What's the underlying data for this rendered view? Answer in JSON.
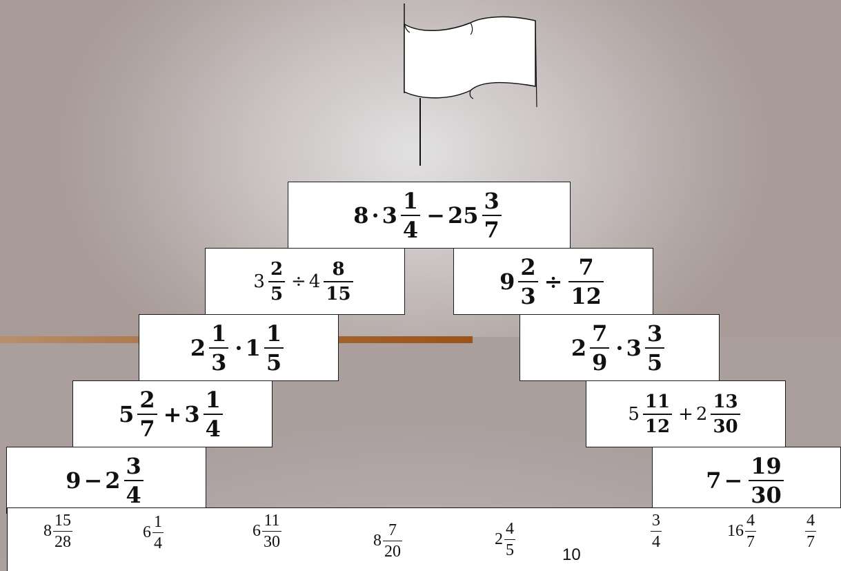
{
  "pyramid": {
    "top": {
      "a": "8",
      "op1": "·",
      "b_whole": "3",
      "b_num": "1",
      "b_den": "4",
      "op2": "−",
      "c_whole": "25",
      "c_num": "3",
      "c_den": "7"
    },
    "r2l": {
      "a_whole": "3",
      "a_num": "2",
      "a_den": "5",
      "op": "÷",
      "b_whole": "4",
      "b_num": "8",
      "b_den": "15"
    },
    "r2r": {
      "a_whole": "9",
      "a_num": "2",
      "a_den": "3",
      "op": "÷",
      "b_num": "7",
      "b_den": "12"
    },
    "r3l": {
      "a_whole": "2",
      "a_num": "1",
      "a_den": "3",
      "op": "·",
      "b_whole": "1",
      "b_num": "1",
      "b_den": "5"
    },
    "r3r": {
      "a_whole": "2",
      "a_num": "7",
      "a_den": "9",
      "op": "·",
      "b_whole": "3",
      "b_num": "3",
      "b_den": "5"
    },
    "r4l": {
      "a_whole": "5",
      "a_num": "2",
      "a_den": "7",
      "op": "+",
      "b_whole": "3",
      "b_num": "1",
      "b_den": "4"
    },
    "r4r": {
      "a_whole": "5",
      "a_num": "11",
      "a_den": "12",
      "op": "+",
      "b_whole": "2",
      "b_num": "13",
      "b_den": "30"
    },
    "r5l": {
      "a": "9",
      "op": "−",
      "b_whole": "2",
      "b_num": "3",
      "b_den": "4"
    },
    "r5r": {
      "a": "7",
      "op": "−",
      "b_num": "19",
      "b_den": "30"
    }
  },
  "answers": [
    {
      "whole": "8",
      "num": "15",
      "den": "28"
    },
    {
      "whole": "6",
      "num": "1",
      "den": "4"
    },
    {
      "whole": "6",
      "num": "11",
      "den": "30"
    },
    {
      "whole": "8",
      "num": "7",
      "den": "20"
    },
    {
      "whole": "2",
      "num": "4",
      "den": "5"
    },
    {
      "text": "10"
    },
    {
      "num": "3",
      "den": "4"
    },
    {
      "whole": "16",
      "num": "4",
      "den": "7"
    },
    {
      "num": "4",
      "den": "7"
    }
  ],
  "colors": {
    "stripe": "#9b5418",
    "brick": "#ffffff",
    "border": "#1a1a1a"
  }
}
